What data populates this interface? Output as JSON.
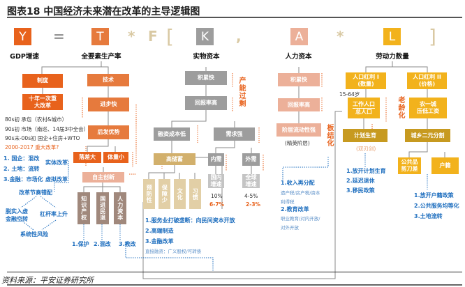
{
  "title": "图表18 中国经济未来潜在改革的主导逻辑图",
  "formula": {
    "Y": "Y",
    "eq": "=",
    "T": "T",
    "star1": "*",
    "F": "F",
    "lb": "[",
    "K": "K",
    "comma": ",",
    "A": "A",
    "star2": "*",
    "L": "L",
    "rb": "]"
  },
  "labels": {
    "Y": "GDP增速",
    "T": "全要素生产率",
    "K": "实物资本",
    "A": "人力资本",
    "L": "劳动力数量"
  },
  "T_tree": {
    "zhidu": "制度",
    "jishu": "技术",
    "gaige": "十年一次重大改革",
    "jinbu": "进步快",
    "houfa": "后发优势",
    "luocha": "落差大",
    "tiliang": "体量小",
    "zizhu": "自主创新",
    "zscq": "知识产权",
    "gjmt": "国进民退",
    "rlzb": "人力资本",
    "p1": "1.保护",
    "p2": "2.混改",
    "p3": "3.教改"
  },
  "history": [
    "80s初 承包（农村&城市）",
    "90s初 市场（南巡、14届3中全会）",
    "90s末-00s初 国企+住房+WTO",
    "2000-2017 重大改革?"
  ],
  "reforms": {
    "r1": "1. 国企：混改",
    "r2": "2. 土地：流转",
    "r3": "3.金融：市场化",
    "shiti": "实体改革",
    "xuni": "虚拟改革",
    "cuopei": "改革节奏错配",
    "tuoshi": "脱实入虚",
    "kongzhuan": "金融空转",
    "ganggan": "杠杆率上升",
    "risk": "系统性风险"
  },
  "K_tree": {
    "jilei": "积累快",
    "huibao": "回报率高",
    "channeng": "产能过剩",
    "rongzi": "融资成本低",
    "xuqiu": "需求强",
    "chuxu": "高储蓄",
    "neixu": "内需",
    "waixu": "外需",
    "guonei": "国内增速",
    "quanqiu": "全球增速",
    "n1": "10%",
    "n2": "6-7%",
    "w1": "4-5%",
    "w2": "2-3%",
    "c1": "预防性",
    "c2": "保障少",
    "c3": "文化",
    "c4": "习惯",
    "p1": "1.服务业打破垄断：向民间资本开放",
    "p2": "2.高端制造",
    "p3": "3.金融改革",
    "p3s": "直接融资：广义股权/可转债"
  },
  "A_tree": {
    "jilei": "积累快",
    "huibao": "回报率高",
    "liudong": "阶层流动性强",
    "jingying": "(精英阶层)",
    "banjie": "板结化",
    "p1": "1.收入再分配",
    "p1s1": "遗产税/房产税/资本",
    "p1s2": "利得税",
    "p2": "2.教育改革",
    "p2s1": "职业教育/对内开放/",
    "p2s2": "对外开放"
  },
  "L_tree": {
    "hl1a": "人口红利 I",
    "hl1b": "(数量)",
    "hl2a": "人口红利 II",
    "hl2b": "(价格)",
    "age": "15-64岁",
    "work": "工作人口",
    "total": "总人口",
    "aging": "老龄化",
    "nc1": "农一城",
    "nc2": "压低工资",
    "jihua": "计划生育",
    "chengxiang": "城乡二元分割",
    "shuang": "(双刃剑)",
    "gong1": "公共品",
    "gong2": "剪刀差",
    "huji": "户籍",
    "p1": "1.放开计划生育",
    "p2": "2.延迟退休",
    "p3": "3.移民政策",
    "q1": "1.放开户籍政策",
    "q2": "2.公共服务均等化",
    "q3": "3.土地流转"
  },
  "source": "资料来源：平安证券研究所"
}
